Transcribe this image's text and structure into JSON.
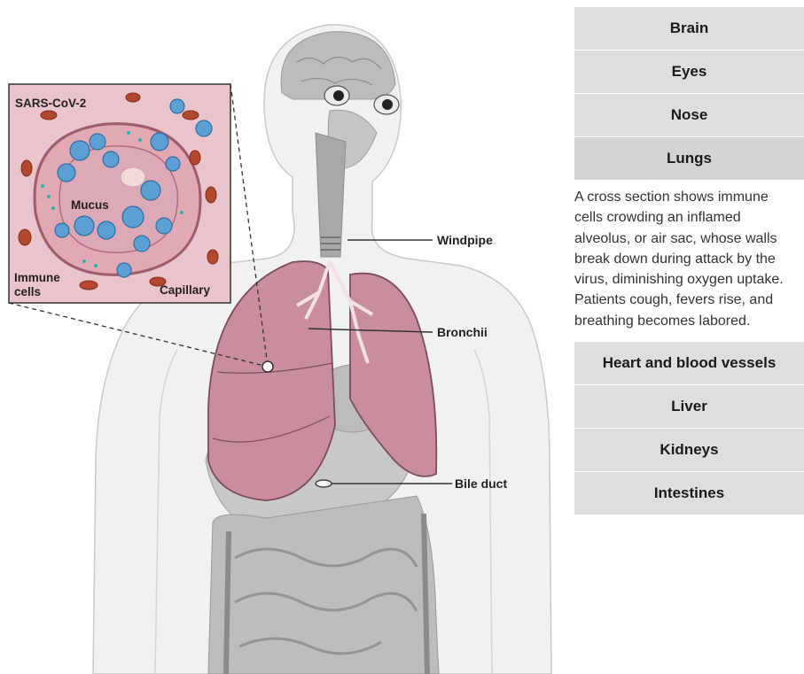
{
  "figure": {
    "labels": {
      "windpipe": "Windpipe",
      "bronchii": "Bronchii",
      "bile_duct": "Bile duct"
    },
    "inset": {
      "virus": "SARS-CoV-2",
      "mucus": "Mucus",
      "immune_line1": "Immune",
      "immune_line2": "cells",
      "capillary": "Capillary"
    },
    "colors": {
      "lung": "#c98e9e",
      "inset_bg": "#e9c4ca",
      "immune_cell": "#5b9fd4",
      "red_cell": "#b3482f",
      "body_gray": "#b5b5b5"
    }
  },
  "panel": {
    "items_top": [
      "Brain",
      "Eyes",
      "Nose",
      "Lungs"
    ],
    "selected": "Lungs",
    "description": "A cross section shows immune cells crowding an inflamed alveolus, or air sac, whose walls break down during attack by the virus, diminishing oxygen uptake. Patients cough, fevers rise, and breathing becomes labored.",
    "items_bottom": [
      "Heart and blood vessels",
      "Liver",
      "Kidneys",
      "Intestines"
    ]
  }
}
